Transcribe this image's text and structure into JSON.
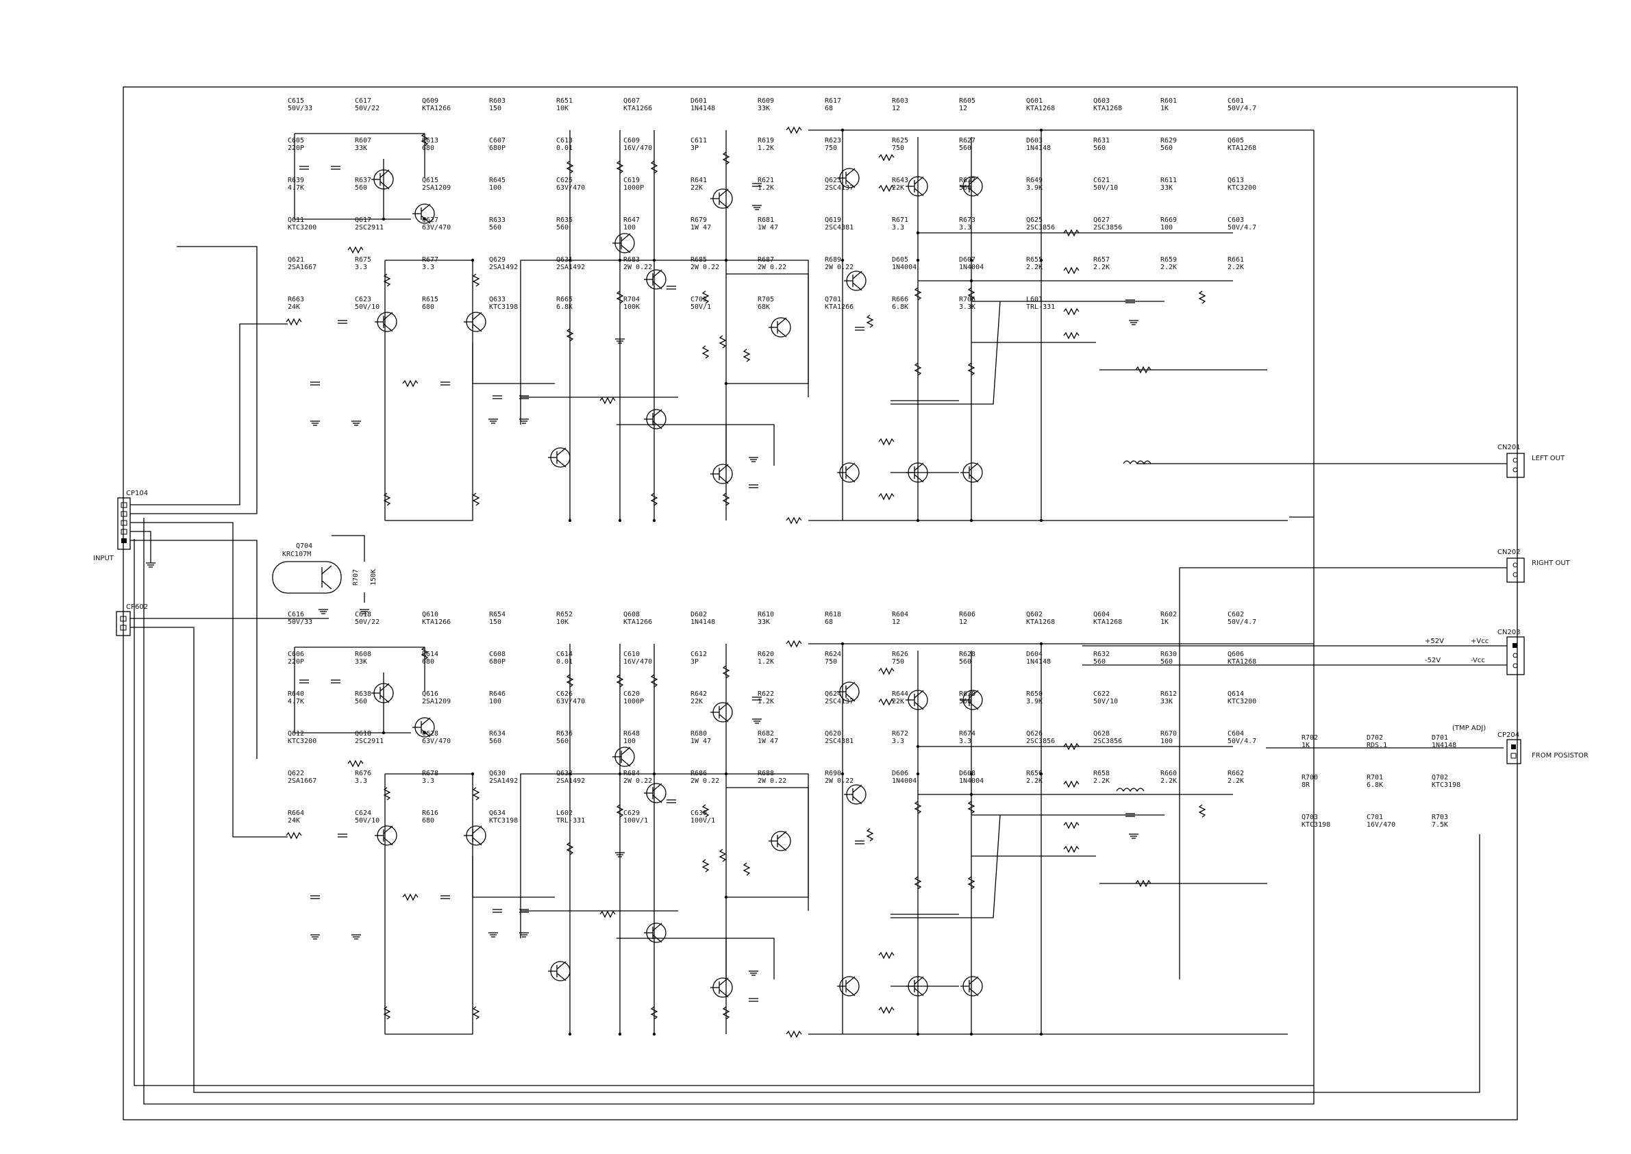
{
  "connectors": {
    "cp104": "CP104",
    "input": "INPUT",
    "cp602": "CP602",
    "cn201": "CN201",
    "left_out": "LEFT OUT",
    "cn202": "CN202",
    "right_out": "RIGHT OUT",
    "cn203": "CN203",
    "p52v": "+52V",
    "pvcc": "+Vcc",
    "m52v": "-52V",
    "mvcc": "-Vcc",
    "cp204": "CP204",
    "tmp_adj": "(TMP ADJ)",
    "from_posistor": "FROM POSISTOR"
  },
  "photo": {
    "q704": "Q704",
    "q704_type": "KRC107M",
    "r707": "R707",
    "r707_val": "150K"
  },
  "upper": [
    {
      "ref": "C615",
      "val": "50V/33"
    },
    {
      "ref": "C617",
      "val": "50V/22"
    },
    {
      "ref": "Q609",
      "val": "KTA1266"
    },
    {
      "ref": "R603",
      "val": "150"
    },
    {
      "ref": "R651",
      "val": "10K"
    },
    {
      "ref": "Q607",
      "val": "KTA1266"
    },
    {
      "ref": "D601",
      "val": "1N4148"
    },
    {
      "ref": "R609",
      "val": "33K"
    },
    {
      "ref": "R617",
      "val": "68"
    },
    {
      "ref": "R603",
      "val": "12"
    },
    {
      "ref": "R605",
      "val": "12"
    },
    {
      "ref": "Q601",
      "val": "KTA1268"
    },
    {
      "ref": "Q603",
      "val": "KTA1268"
    },
    {
      "ref": "R601",
      "val": "1K"
    },
    {
      "ref": "C601",
      "val": "50V/4.7"
    },
    {
      "ref": "C605",
      "val": "220P"
    },
    {
      "ref": "R607",
      "val": "33K"
    },
    {
      "ref": "R613",
      "val": "680"
    },
    {
      "ref": "C607",
      "val": "680P"
    },
    {
      "ref": "C613",
      "val": "0.01"
    },
    {
      "ref": "C609",
      "val": "16V/470"
    },
    {
      "ref": "C611",
      "val": "3P"
    },
    {
      "ref": "R619",
      "val": "1.2K"
    },
    {
      "ref": "R623",
      "val": "750"
    },
    {
      "ref": "R625",
      "val": "750"
    },
    {
      "ref": "R627",
      "val": "560"
    },
    {
      "ref": "D603",
      "val": "1N4148"
    },
    {
      "ref": "R631",
      "val": "560"
    },
    {
      "ref": "R629",
      "val": "560"
    },
    {
      "ref": "Q605",
      "val": "KTA1268"
    },
    {
      "ref": "R639",
      "val": "4.7K"
    },
    {
      "ref": "R637",
      "val": "560"
    },
    {
      "ref": "Q615",
      "val": "2SA1209"
    },
    {
      "ref": "R645",
      "val": "100"
    },
    {
      "ref": "C625",
      "val": "63V/470"
    },
    {
      "ref": "C619",
      "val": "1000P"
    },
    {
      "ref": "R641",
      "val": "22K"
    },
    {
      "ref": "R621",
      "val": "1.2K"
    },
    {
      "ref": "Q623",
      "val": "2SC4137"
    },
    {
      "ref": "R643",
      "val": "22K"
    },
    {
      "ref": "R637",
      "val": "560"
    },
    {
      "ref": "R649",
      "val": "3.9K"
    },
    {
      "ref": "C621",
      "val": "50V/10"
    },
    {
      "ref": "R611",
      "val": "33K"
    },
    {
      "ref": "Q613",
      "val": "KTC3200"
    },
    {
      "ref": "Q611",
      "val": "KTC3200"
    },
    {
      "ref": "Q617",
      "val": "2SC2911"
    },
    {
      "ref": "C627",
      "val": "63V/470"
    },
    {
      "ref": "R633",
      "val": "560"
    },
    {
      "ref": "R635",
      "val": "560"
    },
    {
      "ref": "R647",
      "val": "100"
    },
    {
      "ref": "R679",
      "val": "1W 47"
    },
    {
      "ref": "R681",
      "val": "1W 47"
    },
    {
      "ref": "Q619",
      "val": "2SC4381"
    },
    {
      "ref": "R671",
      "val": "3.3"
    },
    {
      "ref": "R673",
      "val": "3.3"
    },
    {
      "ref": "Q625",
      "val": "2SC3856"
    },
    {
      "ref": "Q627",
      "val": "2SC3856"
    },
    {
      "ref": "R669",
      "val": "100"
    },
    {
      "ref": "C603",
      "val": "50V/4.7"
    },
    {
      "ref": "Q621",
      "val": "2SA1667"
    },
    {
      "ref": "R675",
      "val": "3.3"
    },
    {
      "ref": "R677",
      "val": "3.3"
    },
    {
      "ref": "Q629",
      "val": "2SA1492"
    },
    {
      "ref": "Q631",
      "val": "2SA1492"
    },
    {
      "ref": "R683",
      "val": "2W 0.22"
    },
    {
      "ref": "R685",
      "val": "2W 0.22"
    },
    {
      "ref": "R687",
      "val": "2W 0.22"
    },
    {
      "ref": "R689",
      "val": "2W 0.22"
    },
    {
      "ref": "D605",
      "val": "1N4004"
    },
    {
      "ref": "D607",
      "val": "1N4004"
    },
    {
      "ref": "R655",
      "val": "2.2K"
    },
    {
      "ref": "R657",
      "val": "2.2K"
    },
    {
      "ref": "R659",
      "val": "2.2K"
    },
    {
      "ref": "R661",
      "val": "2.2K"
    },
    {
      "ref": "R663",
      "val": "24K"
    },
    {
      "ref": "C623",
      "val": "50V/10"
    },
    {
      "ref": "R615",
      "val": "680"
    },
    {
      "ref": "Q633",
      "val": "KTC3198"
    },
    {
      "ref": "R665",
      "val": "6.8K"
    },
    {
      "ref": "R704",
      "val": "100K"
    },
    {
      "ref": "C702",
      "val": "50V/1"
    },
    {
      "ref": "R705",
      "val": "68K"
    },
    {
      "ref": "Q701",
      "val": "KTA1266"
    },
    {
      "ref": "R666",
      "val": "6.8K"
    },
    {
      "ref": "R706",
      "val": "3.3K"
    },
    {
      "ref": "L601",
      "val": "TRL-331"
    }
  ],
  "lower": [
    {
      "ref": "C616",
      "val": "50V/33"
    },
    {
      "ref": "C618",
      "val": "50V/22"
    },
    {
      "ref": "Q610",
      "val": "KTA1266"
    },
    {
      "ref": "R654",
      "val": "150"
    },
    {
      "ref": "R652",
      "val": "10K"
    },
    {
      "ref": "Q608",
      "val": "KTA1266"
    },
    {
      "ref": "D602",
      "val": "1N4148"
    },
    {
      "ref": "R610",
      "val": "33K"
    },
    {
      "ref": "R618",
      "val": "68"
    },
    {
      "ref": "R604",
      "val": "12"
    },
    {
      "ref": "R606",
      "val": "12"
    },
    {
      "ref": "Q602",
      "val": "KTA1268"
    },
    {
      "ref": "Q604",
      "val": "KTA1268"
    },
    {
      "ref": "R602",
      "val": "1K"
    },
    {
      "ref": "C602",
      "val": "50V/4.7"
    },
    {
      "ref": "C606",
      "val": "220P"
    },
    {
      "ref": "R608",
      "val": "33K"
    },
    {
      "ref": "R614",
      "val": "680"
    },
    {
      "ref": "C608",
      "val": "680P"
    },
    {
      "ref": "C614",
      "val": "0.01"
    },
    {
      "ref": "C610",
      "val": "16V/470"
    },
    {
      "ref": "C612",
      "val": "3P"
    },
    {
      "ref": "R620",
      "val": "1.2K"
    },
    {
      "ref": "R624",
      "val": "750"
    },
    {
      "ref": "R626",
      "val": "750"
    },
    {
      "ref": "R628",
      "val": "560"
    },
    {
      "ref": "D604",
      "val": "1N4148"
    },
    {
      "ref": "R632",
      "val": "560"
    },
    {
      "ref": "R630",
      "val": "560"
    },
    {
      "ref": "Q606",
      "val": "KTA1268"
    },
    {
      "ref": "R640",
      "val": "4.7K"
    },
    {
      "ref": "R638",
      "val": "560"
    },
    {
      "ref": "Q616",
      "val": "2SA1209"
    },
    {
      "ref": "R646",
      "val": "100"
    },
    {
      "ref": "C626",
      "val": "63V/470"
    },
    {
      "ref": "C620",
      "val": "1000P"
    },
    {
      "ref": "R642",
      "val": "22K"
    },
    {
      "ref": "R622",
      "val": "1.2K"
    },
    {
      "ref": "Q624",
      "val": "2SC4137"
    },
    {
      "ref": "R644",
      "val": "22K"
    },
    {
      "ref": "R638",
      "val": "560"
    },
    {
      "ref": "R650",
      "val": "3.9K"
    },
    {
      "ref": "C622",
      "val": "50V/10"
    },
    {
      "ref": "R612",
      "val": "33K"
    },
    {
      "ref": "Q614",
      "val": "KTC3200"
    },
    {
      "ref": "Q612",
      "val": "KTC3200"
    },
    {
      "ref": "Q618",
      "val": "2SC2911"
    },
    {
      "ref": "C628",
      "val": "63V/470"
    },
    {
      "ref": "R634",
      "val": "560"
    },
    {
      "ref": "R636",
      "val": "560"
    },
    {
      "ref": "R648",
      "val": "100"
    },
    {
      "ref": "R680",
      "val": "1W 47"
    },
    {
      "ref": "R682",
      "val": "1W 47"
    },
    {
      "ref": "Q620",
      "val": "2SC4381"
    },
    {
      "ref": "R672",
      "val": "3.3"
    },
    {
      "ref": "R674",
      "val": "3.3"
    },
    {
      "ref": "Q626",
      "val": "2SC3856"
    },
    {
      "ref": "Q628",
      "val": "2SC3856"
    },
    {
      "ref": "R670",
      "val": "100"
    },
    {
      "ref": "C604",
      "val": "50V/4.7"
    },
    {
      "ref": "Q622",
      "val": "2SA1667"
    },
    {
      "ref": "R676",
      "val": "3.3"
    },
    {
      "ref": "R678",
      "val": "3.3"
    },
    {
      "ref": "Q630",
      "val": "2SA1492"
    },
    {
      "ref": "Q632",
      "val": "2SA1492"
    },
    {
      "ref": "R684",
      "val": "2W 0.22"
    },
    {
      "ref": "R686",
      "val": "2W 0.22"
    },
    {
      "ref": "R688",
      "val": "2W 0.22"
    },
    {
      "ref": "R690",
      "val": "2W 0.22"
    },
    {
      "ref": "D606",
      "val": "1N4004"
    },
    {
      "ref": "D608",
      "val": "1N4004"
    },
    {
      "ref": "R656",
      "val": "2.2K"
    },
    {
      "ref": "R658",
      "val": "2.2K"
    },
    {
      "ref": "R660",
      "val": "2.2K"
    },
    {
      "ref": "R662",
      "val": "2.2K"
    },
    {
      "ref": "R664",
      "val": "24K"
    },
    {
      "ref": "C624",
      "val": "50V/10"
    },
    {
      "ref": "R616",
      "val": "680"
    },
    {
      "ref": "Q634",
      "val": "KTC3198"
    },
    {
      "ref": "L602",
      "val": "TRL-331"
    },
    {
      "ref": "C629",
      "val": "100V/1"
    },
    {
      "ref": "C630",
      "val": "100V/1"
    }
  ],
  "right": [
    {
      "ref": "R702",
      "val": "1K"
    },
    {
      "ref": "D702",
      "val": "RDS.1"
    },
    {
      "ref": "D701",
      "val": "1N4148"
    },
    {
      "ref": "R700",
      "val": "8R"
    },
    {
      "ref": "R701",
      "val": "6.8K"
    },
    {
      "ref": "Q702",
      "val": "KTC3198"
    },
    {
      "ref": "Q703",
      "val": "KTC3198"
    },
    {
      "ref": "C701",
      "val": "16V/470"
    },
    {
      "ref": "R703",
      "val": "7.5K"
    }
  ]
}
